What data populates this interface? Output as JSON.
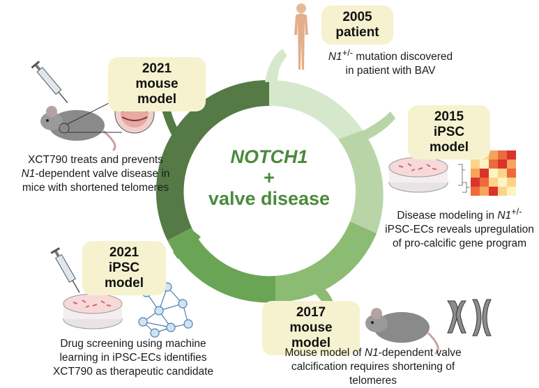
{
  "center": {
    "gene": "NOTCH1",
    "plus": "+",
    "disease": "valve disease"
  },
  "stages": [
    {
      "id": "patient-2005",
      "year": "2005",
      "kind": "patient",
      "desc_lines": [
        "N1+/- mutation discovered",
        "in patient with BAV"
      ]
    },
    {
      "id": "ipsc-2015",
      "year": "2015",
      "kind": "iPSC model",
      "desc_lines": [
        "Disease modeling in N1+/-",
        "iPSC-ECs reveals upregulation",
        "of pro-calcific gene program"
      ]
    },
    {
      "id": "mouse-2017",
      "year": "2017",
      "kind": "mouse model",
      "desc_lines": [
        "Mouse model of N1-dependent valve",
        "calcification requires shortening of",
        "telomeres"
      ]
    },
    {
      "id": "ipsc-2021",
      "year": "2021",
      "kind": "iPSC model",
      "desc_lines": [
        "Drug screening using machine",
        "learning in iPSC-ECs identifies",
        "XCT790 as therapeutic candidate"
      ]
    },
    {
      "id": "mouse-2021",
      "year": "2021",
      "kind": "mouse model",
      "desc_lines": [
        "XCT790 treats and prevents",
        "N1-dependent valve disease in",
        "mice with shortened telomeres"
      ]
    }
  ],
  "colors": {
    "ring_lightest": "#d6e8cc",
    "ring_light": "#b9d5a8",
    "ring_mid": "#8cbb74",
    "ring_green": "#6aa555",
    "ring_dark": "#557a46",
    "badge_bg": "#f6f2cf",
    "center_text": "#4a8a3c",
    "heatmap": [
      "#fdf4c0",
      "#fbd48a",
      "#f6a45a",
      "#ee6a3c",
      "#d9332a"
    ]
  },
  "icons": [
    "human-figure-icon",
    "mouse-icon",
    "syringe-icon",
    "heart-valve-icon",
    "petri-dish-icon",
    "heatmap-icon",
    "network-graph-icon",
    "chromosome-icon"
  ]
}
